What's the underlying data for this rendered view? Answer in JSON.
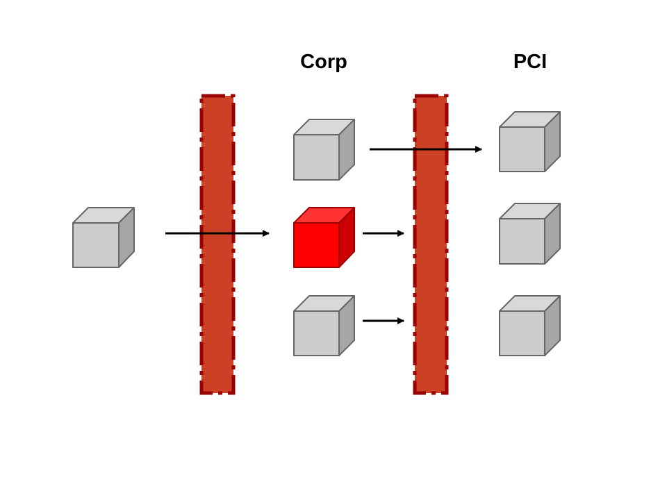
{
  "zones": {
    "corp_label": "Corp",
    "pci_label": "PCI"
  },
  "colors": {
    "firewall_fill": "#cc4125",
    "firewall_border": "#990000",
    "server_front": "#cccccc",
    "server_top": "#d9d9d9",
    "server_side": "#a6a6a6",
    "server_stroke": "#666666",
    "compromised_front": "#ff0000",
    "compromised_top": "#ff3333",
    "compromised_side": "#cc0000",
    "arrow": "#000000"
  },
  "nodes": {
    "external_host": {
      "state": "normal"
    },
    "corp_server_1": {
      "state": "normal"
    },
    "corp_server_2": {
      "state": "compromised"
    },
    "corp_server_3": {
      "state": "normal"
    },
    "pci_server_1": {
      "state": "normal"
    },
    "pci_server_2": {
      "state": "normal"
    },
    "pci_server_3": {
      "state": "normal"
    }
  },
  "firewalls": [
    "perimeter-firewall",
    "pci-firewall"
  ],
  "arrows": [
    {
      "from": "external_host",
      "to": "corp_server_2"
    },
    {
      "from": "corp_server_1",
      "to": "pci_server_1"
    },
    {
      "from": "corp_server_2",
      "to": "pci-firewall"
    },
    {
      "from": "corp_server_3",
      "to": "pci-firewall"
    }
  ]
}
